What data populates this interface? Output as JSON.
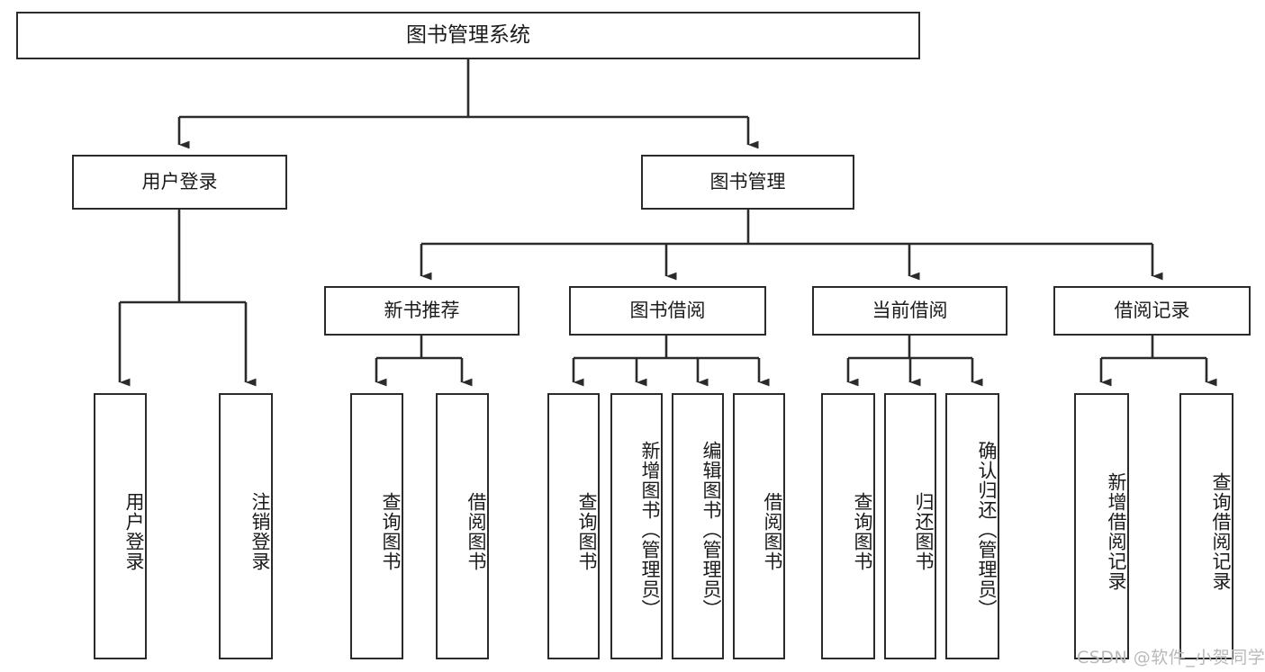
{
  "diagram": {
    "title": "图书管理系统",
    "type": "functional-structure-tree",
    "colors": {
      "box_border": "#2b2b2b",
      "box_fill": "#ffffff",
      "connector": "#2b2b2b",
      "watermark": "#b9b9b9",
      "page_background": "#ffffff"
    },
    "root": {
      "label": "图书管理系统"
    },
    "level2": [
      {
        "id": "user-login",
        "label": "用户登录"
      },
      {
        "id": "book-manage",
        "label": "图书管理"
      }
    ],
    "level3": [
      {
        "id": "new-book-recommend",
        "label": "新书推荐",
        "parent": "book-manage"
      },
      {
        "id": "book-borrow",
        "label": "图书借阅",
        "parent": "book-manage"
      },
      {
        "id": "current-borrow",
        "label": "当前借阅",
        "parent": "book-manage"
      },
      {
        "id": "borrow-record",
        "label": "借阅记录",
        "parent": "book-manage"
      }
    ],
    "leaves": [
      {
        "id": "leaf-user-login",
        "label": "用户登录",
        "parent": "user-login"
      },
      {
        "id": "leaf-logout-login",
        "label": "注销登录",
        "parent": "user-login"
      },
      {
        "id": "leaf-query-book-1",
        "label": "查询图书",
        "parent": "new-book-recommend"
      },
      {
        "id": "leaf-borrow-book-1",
        "label": "借阅图书",
        "parent": "new-book-recommend"
      },
      {
        "id": "leaf-query-book-2",
        "label": "查询图书",
        "parent": "book-borrow"
      },
      {
        "id": "leaf-add-book",
        "label": "新增图书（管理员）",
        "parent": "book-borrow"
      },
      {
        "id": "leaf-edit-book",
        "label": "编辑图书（管理员）",
        "parent": "book-borrow"
      },
      {
        "id": "leaf-borrow-book-2",
        "label": "借阅图书",
        "parent": "book-borrow"
      },
      {
        "id": "leaf-query-book-3",
        "label": "查询图书",
        "parent": "current-borrow"
      },
      {
        "id": "leaf-return-book",
        "label": "归还图书",
        "parent": "current-borrow"
      },
      {
        "id": "leaf-confirm-return",
        "label": "确认归还（管理员）",
        "parent": "current-borrow"
      },
      {
        "id": "leaf-add-record",
        "label": "新增借阅记录",
        "parent": "borrow-record"
      },
      {
        "id": "leaf-query-record",
        "label": "查询借阅记录",
        "parent": "borrow-record"
      }
    ],
    "watermark": "CSDN @软件_小贺同学"
  }
}
